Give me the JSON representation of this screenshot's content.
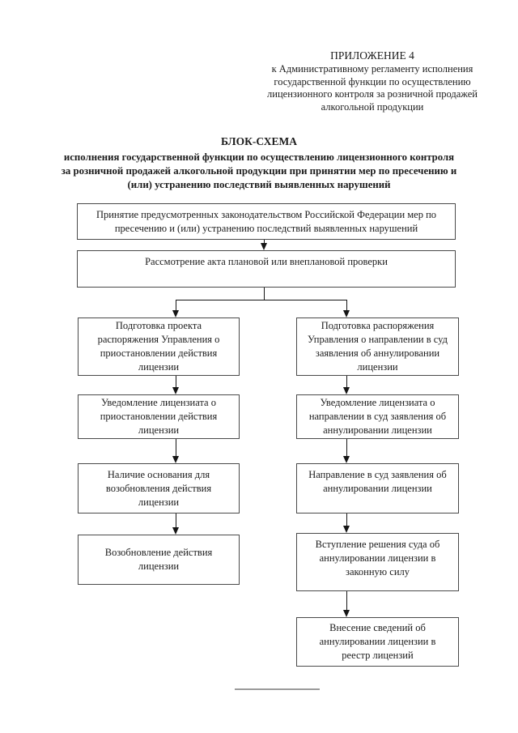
{
  "page": {
    "appendix": {
      "label": "ПРИЛОЖЕНИЕ 4",
      "text": "к Административному регламенту исполнения\nгосударственной функции по осуществлению\nлицензионного контроля за розничной продажей\nалкогольной продукции"
    },
    "title": {
      "heading": "БЛОК-СХЕМА",
      "subtitle": "исполнения государственной функции по осуществлению лицензионного контроля\nза розничной продажей алкогольной продукции при принятии мер по пресечению и\n(или) устранению последствий выявленных нарушений"
    },
    "flowchart": {
      "root": "Принятие предусмотренных законодательством Российской Федерации мер по\nпресечению и (или) устранению последствий выявленных нарушений",
      "review": "Рассмотрение акта плановой или внеплановой проверки",
      "left_branch": [
        {
          "text": "Подготовка проекта\nраспоряжения Управления о\nприостановлении действия\nлицензии"
        },
        {
          "text": "Уведомление лицензиата о\nприостановлении действия\nлицензии"
        },
        {
          "text": "Наличие основания для\nвозобновления действия\nлицензии"
        },
        {
          "text": "Возобновление действия\nлицензии"
        }
      ],
      "right_branch": [
        {
          "text": "Подготовка распоряжения\nУправления о направлении в суд\nзаявления об аннулировании\nлицензии"
        },
        {
          "text": "Уведомление лицензиата о\nнаправлении в суд заявления об\nаннулировании лицензии"
        },
        {
          "text": "Направление в суд заявления об\nаннулировании лицензии"
        },
        {
          "text": "Вступление решения суда об\nаннулировании лицензии в\nзаконную силу"
        },
        {
          "text": "Внесение сведений об\nаннулировании лицензии в\nреестр лицензий"
        }
      ]
    },
    "colors": {
      "box_border": "#4a4a4a",
      "connector": "#151515",
      "footer_rule": "#9a9a9a",
      "background": "#ffffff",
      "text": "#1c1c1c"
    }
  }
}
